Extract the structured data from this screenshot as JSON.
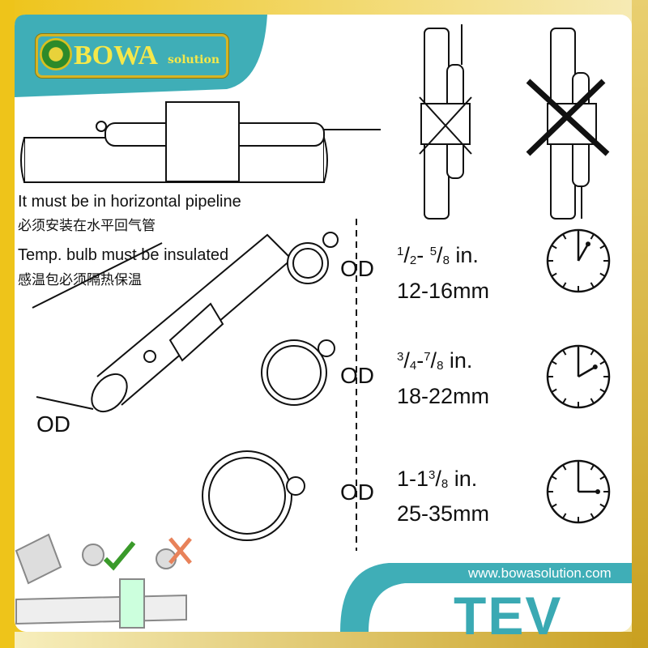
{
  "brand": {
    "name": "BOWA",
    "suffix": "solution"
  },
  "notes": {
    "horizontal_en": "It must be in horizontal pipeline",
    "horizontal_zh": "必须安装在水平回气管",
    "insulated_en": "Temp. bulb must be insulated",
    "insulated_zh": "感温包必须隔热保温"
  },
  "od_label": "OD",
  "sizes": [
    {
      "od": "OD",
      "inch_a_num": "1",
      "inch_a_den": "2",
      "sep": "- ",
      "inch_b_num": "5",
      "inch_b_den": "8",
      "unit": " in.",
      "mm": "12-16mm",
      "clock_hour": 1
    },
    {
      "od": "OD",
      "inch_a_num": "3",
      "inch_a_den": "4",
      "sep": "-",
      "inch_b_num": "7",
      "inch_b_den": "8",
      "unit": " in.",
      "mm": "18-22mm",
      "clock_hour": 2
    },
    {
      "od": "OD",
      "inch_whole": "1-1",
      "inch_b_num": "3",
      "inch_b_den": "8",
      "unit": " in.",
      "mm": "25-35mm",
      "clock_hour": 3
    }
  ],
  "website": "www.bowasolution.com",
  "product": "TEV",
  "colors": {
    "teal": "#3faeb7",
    "gold": "#e9c21a",
    "check": "#3a9a2a",
    "cross": "#e8825a"
  }
}
